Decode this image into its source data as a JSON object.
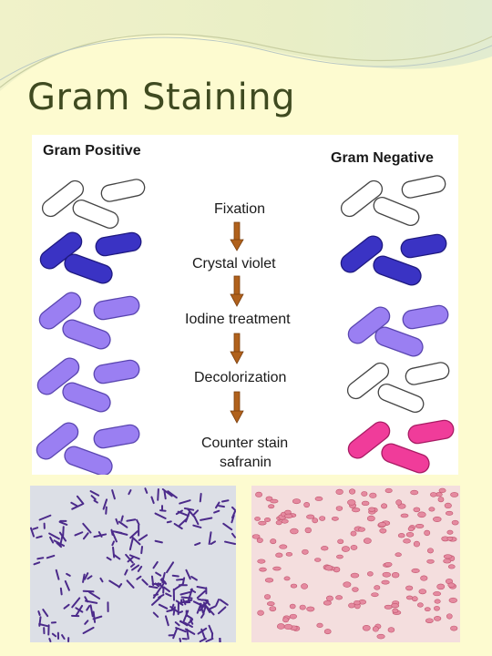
{
  "slide": {
    "title": "Gram Staining"
  },
  "diagram": {
    "gram_positive_label": "Gram Positive",
    "gram_negative_label": "Gram Negative",
    "steps": [
      "Fixation",
      "Crystal violet",
      "Iodine treatment",
      "Decolorization",
      "Counter stain",
      "safranin"
    ]
  },
  "colors": {
    "background": "#fdfbd0",
    "title": "#3f4a20",
    "crystal_violet": "#3a33c4",
    "iodine_purple": "#9a7ff2",
    "safranin_pink": "#f03c9a",
    "arrow": "#b0611c",
    "positive_micrograph_bg": "#dcdfe6",
    "negative_micrograph_bg": "#f4dede"
  }
}
